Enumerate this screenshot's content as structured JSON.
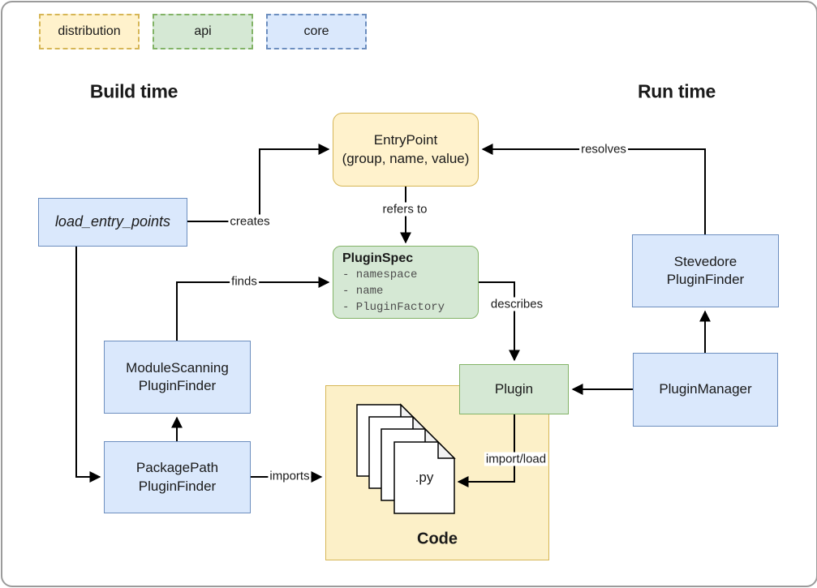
{
  "legend": {
    "items": [
      {
        "label": "distribution",
        "fill": "#FFF2CC",
        "border": "#D6B656"
      },
      {
        "label": "api",
        "fill": "#D5E8D4",
        "border": "#82B366"
      },
      {
        "label": "core",
        "fill": "#DAE8FC",
        "border": "#6C8EBF"
      }
    ]
  },
  "headings": {
    "build_time": "Build time",
    "run_time": "Run time"
  },
  "nodes": {
    "entrypoint": {
      "line1": "EntryPoint",
      "line2": "(group, name, value)",
      "category": "distribution"
    },
    "load_entry_points": {
      "label": "load_entry_points",
      "category": "core"
    },
    "pluginspec": {
      "title": "PluginSpec",
      "items": [
        "- namespace",
        "- name",
        "- PluginFactory"
      ],
      "category": "api"
    },
    "stevedore_pluginfinder": {
      "line1": "Stevedore",
      "line2": "PluginFinder",
      "category": "core"
    },
    "modulescanning_pluginfinder": {
      "line1": "ModuleScanning",
      "line2": "PluginFinder",
      "category": "core"
    },
    "packagepath_pluginfinder": {
      "line1": "PackagePath",
      "line2": "PluginFinder",
      "category": "core"
    },
    "plugin": {
      "label": "Plugin",
      "category": "api"
    },
    "pluginmanager": {
      "label": "PluginManager",
      "category": "core"
    },
    "code": {
      "label": "Code",
      "file_label": ".py",
      "category": "distribution"
    }
  },
  "edge_labels": {
    "creates": "creates",
    "refers_to": "refers to",
    "finds": "finds",
    "describes": "describes",
    "resolves": "resolves",
    "imports": "imports",
    "import_load": "import/load"
  },
  "colors": {
    "yellow_fill": "#FFF2CC",
    "yellow_border": "#D6B656",
    "green_fill": "#D5E8D4",
    "green_border": "#82B366",
    "blue_fill": "#DAE8FC",
    "blue_border": "#6C8EBF",
    "arrow": "#000000",
    "frame_border": "#9B9B9B",
    "mono_text": "#4D4D4D"
  }
}
